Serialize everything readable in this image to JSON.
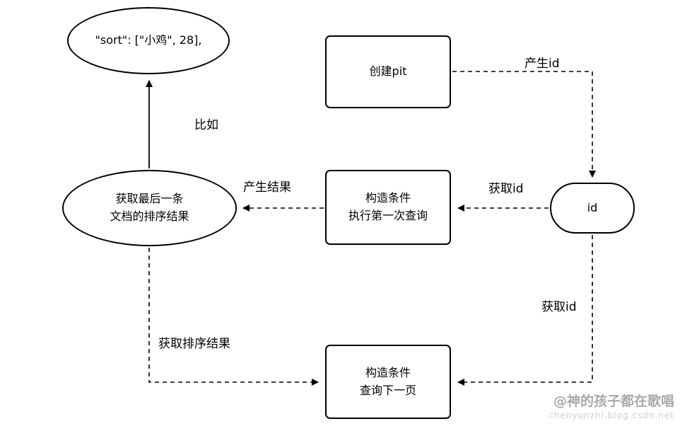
{
  "diagram": {
    "nodes": {
      "sort_example": {
        "label": "\"sort\": [\"小鸡\",  28],"
      },
      "create_pit": {
        "label": "创建pit"
      },
      "id_node": {
        "label": "id"
      },
      "get_last_sort": {
        "label": "获取最后一条\n文档的排序结果"
      },
      "first_query": {
        "label": "构造条件\n执行第一次查询"
      },
      "next_page_query": {
        "label": "构造条件\n查询下一页"
      }
    },
    "edge_labels": {
      "example": "比如",
      "produce_id": "产生id",
      "get_id_top": "获取id",
      "produce_result": "产生结果",
      "get_sort_result": "获取排序结果",
      "get_id_bottom": "获取id"
    },
    "colors": {
      "stroke": "#000000",
      "background": "#ffffff"
    }
  },
  "watermark": {
    "title": "@神的孩子都在歌唱",
    "subtitle": "chenyunzhi.blog.csdn.net"
  }
}
